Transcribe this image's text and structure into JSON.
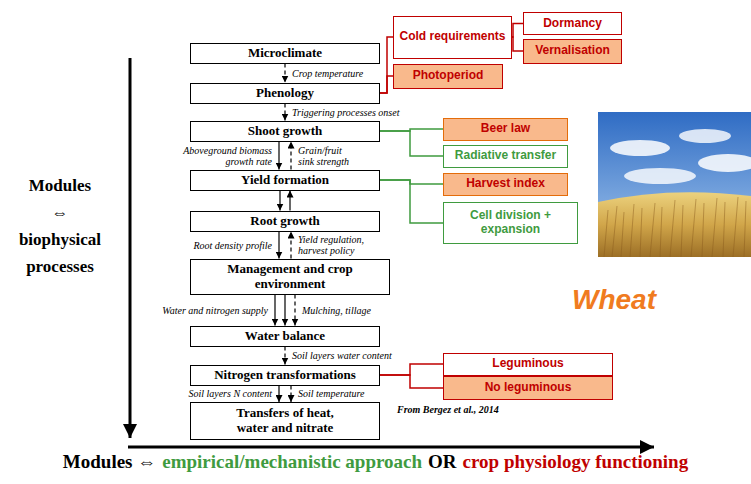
{
  "diagram": {
    "nodes": [
      {
        "text": [
          "Microclimate"
        ]
      },
      {
        "text": [
          "Phenology"
        ]
      },
      {
        "text": [
          "Shoot growth"
        ]
      },
      {
        "text": [
          "Yield formation"
        ]
      },
      {
        "text": [
          "Root growth"
        ]
      },
      {
        "text": [
          "Management and crop environment"
        ]
      },
      {
        "text": [
          "Water balance"
        ]
      },
      {
        "text": [
          "Nitrogen transformations"
        ]
      },
      {
        "text": [
          "Transfers of heat, water and nitrate"
        ]
      },
      {
        "text": [
          "Cold requirements"
        ]
      },
      {
        "text": [
          "Dormancy"
        ]
      },
      {
        "text": [
          "Vernalisation"
        ]
      },
      {
        "text": [
          "Photoperiod"
        ]
      },
      {
        "text": [
          "Beer law"
        ]
      },
      {
        "text": [
          "Radiative transfer"
        ]
      },
      {
        "text": [
          "Harvest index"
        ]
      },
      {
        "text": [
          "Cell division + expansion"
        ]
      },
      {
        "text": [
          "Leguminous"
        ]
      },
      {
        "text": [
          "No leguminous"
        ]
      }
    ],
    "edges": [
      {
        "from": 0,
        "to": 1,
        "arrow": "to",
        "label": "Crop temperature"
      },
      {
        "from": 1,
        "to": 2,
        "arrow": "to",
        "label": "Triggering processes onset"
      },
      {
        "from": 2,
        "to": 3,
        "arrow": "to",
        "label": "Aboveground biomass growth rate"
      },
      {
        "from": 3,
        "to": 2,
        "arrow": "to",
        "label": "Grain/fruit sink strength"
      },
      {
        "from": 3,
        "to": 4,
        "arrow": "to"
      },
      {
        "from": 4,
        "to": 3,
        "arrow": "to"
      },
      {
        "from": 4,
        "to": 5,
        "arrow": "to",
        "label": "Root density profile"
      },
      {
        "from": 5,
        "to": 4,
        "arrow": "to",
        "label": "Yield regulation, harvest policy"
      },
      {
        "from": 5,
        "to": 6,
        "arrow": "to",
        "label": "Water and nitrogen supply"
      },
      {
        "from": 5,
        "to": 6,
        "arrow": "to"
      },
      {
        "from": 5,
        "to": 6,
        "arrow": "to",
        "label": "Mulching, tillage"
      },
      {
        "from": 6,
        "to": 7,
        "arrow": "to",
        "label": "Soil layers water content"
      },
      {
        "from": 7,
        "to": 8,
        "arrow": "to",
        "label": "Soil layers N content"
      },
      {
        "from": 7,
        "to": 8,
        "arrow": "to",
        "label": "Soil temperature"
      },
      {
        "from": 1,
        "to": 9,
        "arrow": "none"
      },
      {
        "from": 1,
        "to": 12,
        "arrow": "none"
      },
      {
        "from": 9,
        "to": 10,
        "arrow": "none"
      },
      {
        "from": 9,
        "to": 11,
        "arrow": "none"
      },
      {
        "from": 2,
        "to": 13,
        "arrow": "none"
      },
      {
        "from": 2,
        "to": 14,
        "arrow": "none"
      },
      {
        "from": 3,
        "to": 15,
        "arrow": "none"
      },
      {
        "from": 3,
        "to": 16,
        "arrow": "none"
      },
      {
        "from": 7,
        "to": 17,
        "arrow": "none"
      },
      {
        "from": 7,
        "to": 18,
        "arrow": "none"
      }
    ],
    "labels": [
      "Modules ⇔ biophysical processes",
      "Wheat",
      "From Bergez et al., 2014",
      "Modules ⇔",
      "empirical/mechanistic approach",
      "OR",
      "crop physiology functioning"
    ]
  }
}
